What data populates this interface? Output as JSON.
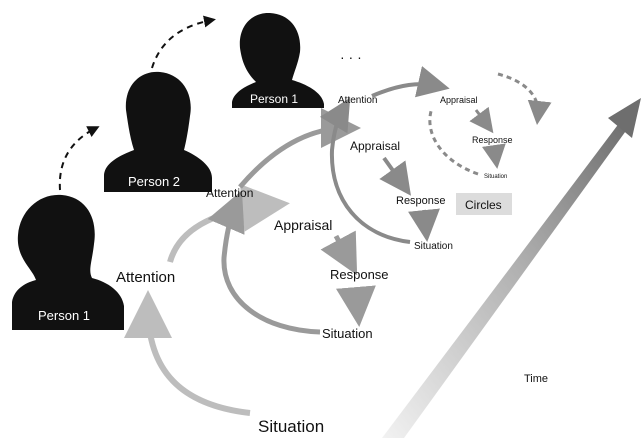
{
  "persons": {
    "p1_front": "Person 1",
    "p2": "Person 2",
    "p1_back": "Person 1",
    "ellipsis": "· · ·"
  },
  "loop1": {
    "attention": "Attention",
    "situation": "Situation"
  },
  "loop2": {
    "attention": "Attention",
    "appraisal": "Appraisal",
    "response": "Response",
    "situation": "Situation"
  },
  "loop3": {
    "attention": "Attention",
    "appraisal": "Appraisal",
    "response": "Response",
    "situation": "Situation"
  },
  "loop4": {
    "appraisal": "Appraisal",
    "response": "Response",
    "situation": "Situation"
  },
  "badge": "Circles",
  "time_label": "Time",
  "colors": {
    "arrow_light": "#bdbdbd",
    "arrow_mid": "#9a9a9a",
    "arrow_dark": "#8a8a8a",
    "silhouette": "#111111",
    "badge_bg": "#dcdcdc"
  }
}
